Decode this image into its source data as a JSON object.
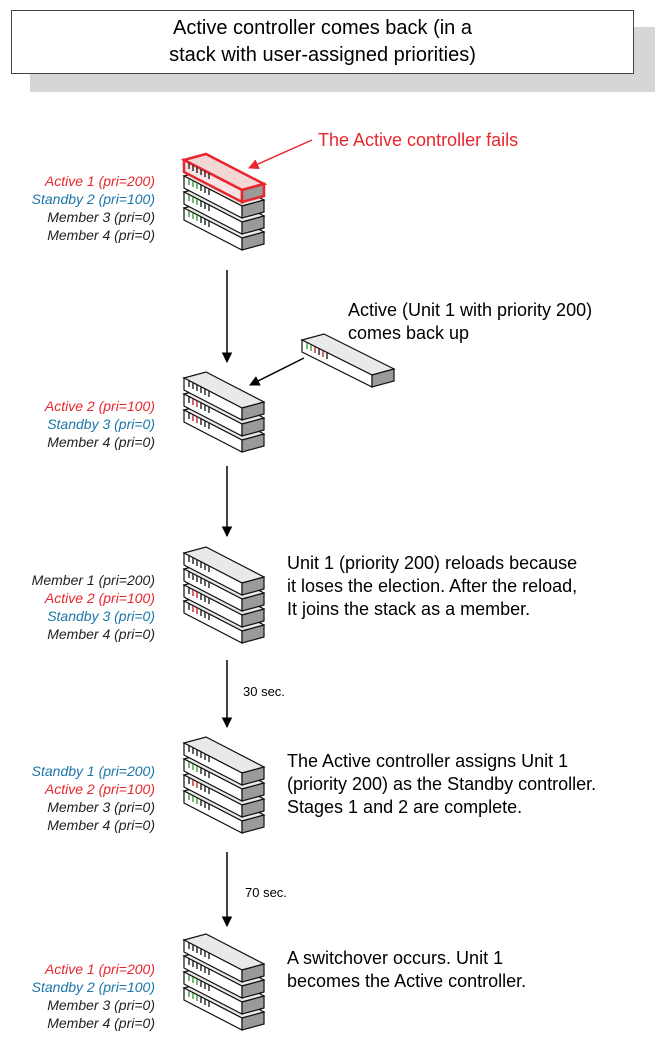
{
  "title": {
    "line1": "Active controller comes back (in a",
    "line2": "stack with user-assigned priorities)"
  },
  "colors": {
    "active": "#e8262d",
    "standby": "#1b75a8",
    "member": "#222222",
    "arrow": "#000000"
  },
  "icons": [
    "switch-icon"
  ],
  "stages": [
    {
      "labels": [
        {
          "text": "Active 1 (pri=200)",
          "role": "active"
        },
        {
          "text": "Standby 2 (pri=100)",
          "role": "standby"
        },
        {
          "text": "Member 3 (pri=0)",
          "role": "member"
        },
        {
          "text": "Member 4 (pri=0)",
          "role": "member"
        }
      ],
      "callout": "The Active controller fails"
    },
    {
      "labels": [
        {
          "text": "Active 2 (pri=100)",
          "role": "active"
        },
        {
          "text": "Standby 3 (pri=0)",
          "role": "standby"
        },
        {
          "text": "Member 4 (pri=0)",
          "role": "member"
        }
      ],
      "note": [
        "Active (Unit 1 with priority 200)",
        "comes back up"
      ]
    },
    {
      "labels": [
        {
          "text": "Member 1 (pri=200)",
          "role": "member"
        },
        {
          "text": "Active 2 (pri=100)",
          "role": "active"
        },
        {
          "text": "Standby 3 (pri=0)",
          "role": "standby"
        },
        {
          "text": "Member 4 (pri=0)",
          "role": "member"
        }
      ],
      "note": [
        "Unit 1 (priority 200) reloads because",
        "it loses the election.  After the reload,",
        "It joins the stack as a member."
      ],
      "time_after": "30 sec."
    },
    {
      "labels": [
        {
          "text": "Standby 1 (pri=200)",
          "role": "standby"
        },
        {
          "text": "Active 2 (pri=100)",
          "role": "active"
        },
        {
          "text": "Member 3 (pri=0)",
          "role": "member"
        },
        {
          "text": "Member 4 (pri=0)",
          "role": "member"
        }
      ],
      "note": [
        "The Active controller assigns Unit 1",
        "(priority 200) as the Standby controller.",
        "Stages 1 and 2 are complete."
      ],
      "time_after": "70 sec."
    },
    {
      "labels": [
        {
          "text": "Active 1 (pri=200)",
          "role": "active"
        },
        {
          "text": "Standby 2 (pri=100)",
          "role": "standby"
        },
        {
          "text": "Member 3 (pri=0)",
          "role": "member"
        },
        {
          "text": "Member 4 (pri=0)",
          "role": "member"
        }
      ],
      "note": [
        "A switchover occurs. Unit 1",
        "becomes the Active controller."
      ]
    }
  ]
}
